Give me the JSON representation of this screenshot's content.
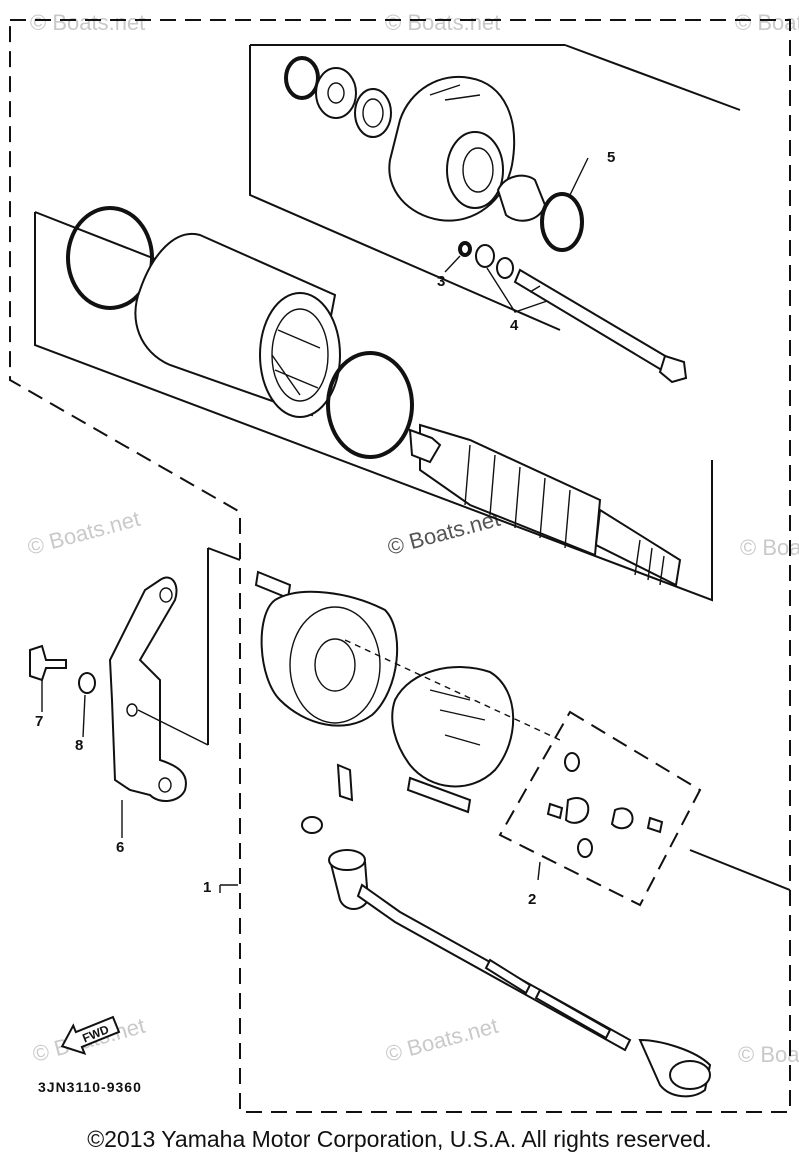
{
  "watermarks": [
    "© Boats.net",
    "© Boats.net",
    "© Boats.net",
    "© Boats.net",
    "© Boats.net",
    "© Boats.net",
    "© Boats.net",
    "© Boats.net",
    "© Boats.net"
  ],
  "callouts": {
    "p1": "1",
    "p2": "2",
    "p3": "3",
    "p4": "4",
    "p5": "5",
    "p6": "6",
    "p7": "7",
    "p8": "8"
  },
  "direction_badge": "FWD",
  "diagram_code": "3JN3110-9360",
  "copyright": "©2013 Yamaha Motor Corporation, U.S.A. All rights reserved."
}
